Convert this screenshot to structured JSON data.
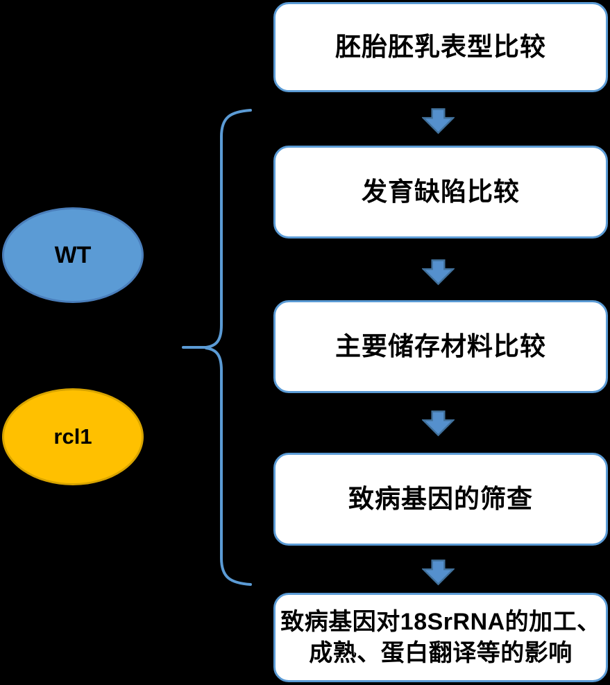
{
  "diagram": {
    "ellipses": [
      {
        "id": "wt",
        "label": "WT",
        "fill": "#5B9BD5",
        "border": "#4A7EBB"
      },
      {
        "id": "rcl1",
        "label": "rcl1",
        "fill": "#FFC000",
        "border": "#D8A400"
      }
    ],
    "steps": [
      {
        "label": "胚胎胚乳表型比较"
      },
      {
        "label": "发育缺陷比较"
      },
      {
        "label": "主要储存材料比较"
      },
      {
        "label": "致病基因的筛查"
      },
      {
        "label": "致病基因对18SrRNA的加工、\n成熟、蛋白翻译等的影响"
      }
    ],
    "colors": {
      "background": "#000000",
      "box_fill": "#FFFFFF",
      "box_border": "#5B9BD5",
      "arrow_fill": "#5590CD",
      "arrow_border": "#41719C",
      "brace": "#5B9BD5",
      "text": "#000000"
    }
  }
}
